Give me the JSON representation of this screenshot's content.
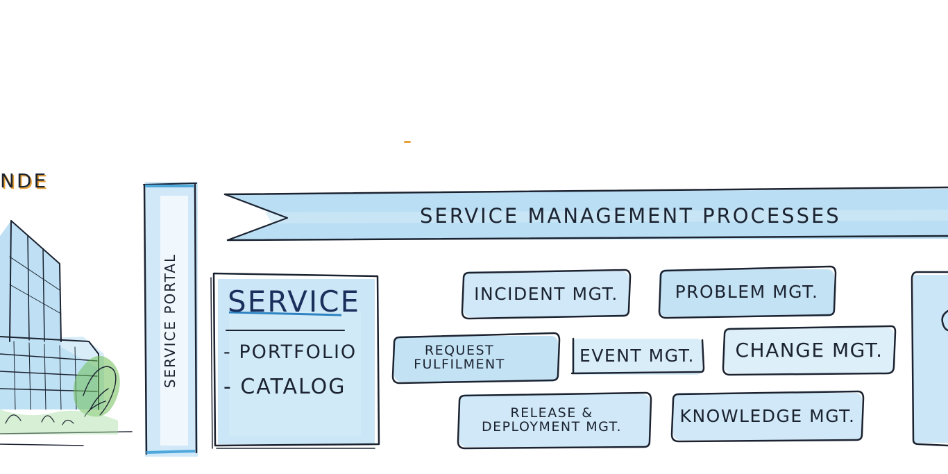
{
  "header_fragment": "NDE",
  "portal": {
    "label": "SERVICE PORTAL"
  },
  "banner": {
    "title": "SERVICE MANAGEMENT PROCESSES"
  },
  "service_card": {
    "title": "SERVICE",
    "items": [
      "- PORTFOLIO",
      "- CATALOG"
    ]
  },
  "processes": [
    {
      "name": "INCIDENT MGT."
    },
    {
      "name": "PROBLEM MGT."
    },
    {
      "name": "REQUEST FULFILMENT"
    },
    {
      "name": "EVENT MGT."
    },
    {
      "name": "CHANGE MGT."
    },
    {
      "name": "RELEASE & DEPLOYMENT MGT."
    },
    {
      "name": "KNOWLEDGE MGT."
    }
  ],
  "colors": {
    "ink": "#1b2230",
    "wash": "#9fd0ee",
    "accent": "#e5a23a",
    "foliage": "#3e8a3a"
  }
}
